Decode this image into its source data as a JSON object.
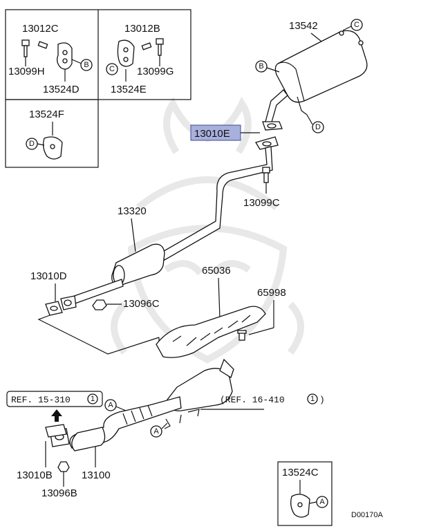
{
  "inset_boxes": {
    "top_left": {
      "part_a": "13012C",
      "part_b": "13099H",
      "part_c": "13524D",
      "callout": "B"
    },
    "top_middle": {
      "part_a": "13012B",
      "part_b": "13099G",
      "part_c": "13524E",
      "callout": "C"
    },
    "left_middle": {
      "part_a": "13524F",
      "callout": "D"
    },
    "bottom_right": {
      "part_a": "13524C",
      "callout": "A"
    }
  },
  "labels": {
    "muffler": "13542",
    "gasket_highlight": "13010E",
    "bolt_upper": "13099C",
    "center_pipe": "13320",
    "gasket_mid": "13010D",
    "nut_mid": "13096C",
    "heat_shield": "65036",
    "bolt_shield": "65998",
    "front_gasket": "13010B",
    "front_pipe": "13100",
    "front_nut": "13096B"
  },
  "callouts": {
    "c_muffler": "C",
    "b_muffler": "B",
    "d_muffler": "D",
    "a_front": "A",
    "a_front_lower": "A"
  },
  "references": {
    "ref_left": "REF. 15-310",
    "ref_left_num": "1",
    "ref_right": "(REF. 16-410",
    "ref_right_num": "1",
    "ref_right_close": ")"
  },
  "diagram_code": "D00170A",
  "colors": {
    "highlight": "#a8b0dc",
    "ink": "#111111",
    "watermark": "#e6e6e6"
  }
}
